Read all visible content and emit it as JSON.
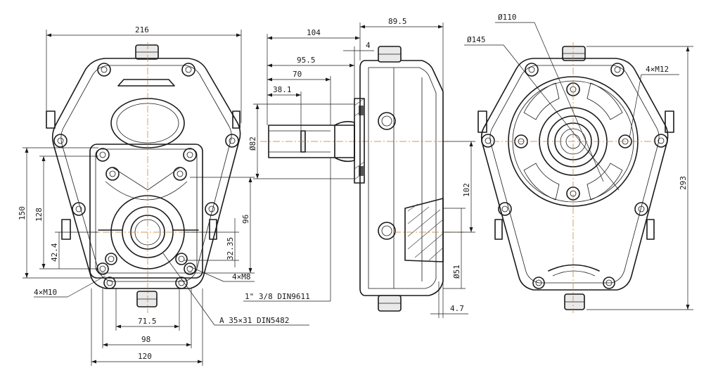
{
  "drawing": {
    "colors": {
      "line": "#1a1a1a",
      "centerline": "#c2772b",
      "background": "#ffffff"
    },
    "front_view": {
      "width_overall": "216",
      "height_150": "150",
      "height_128": "128",
      "height_42_4": "42.4",
      "height_96": "96",
      "height_32_35": "32.35",
      "bolt_4xm8": "4×M8",
      "bolt_4xm10": "4×M10",
      "width_71_5": "71.5",
      "width_98": "98",
      "width_120": "120",
      "spline_note": "A 35×31 DIN5482"
    },
    "side_view": {
      "length_104": "104",
      "length_89_5": "89.5",
      "length_4": "4",
      "length_95_5": "95.5",
      "length_70": "70",
      "length_38_1": "38.1",
      "dia_82": "Ø82",
      "height_102": "102",
      "dia_51": "Ø51",
      "length_4_7": "4.7",
      "shaft_note": "1\" 3/8 DIN9611"
    },
    "rear_view": {
      "dia_110": "Ø110",
      "dia_145": "Ø145",
      "bolt_4xm12": "4×M12",
      "height_293": "293"
    }
  }
}
